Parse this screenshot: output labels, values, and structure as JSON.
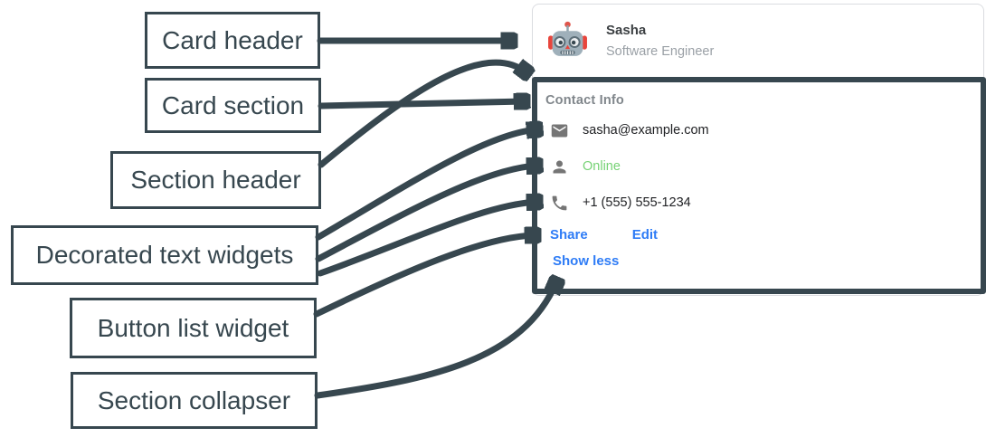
{
  "annotations": {
    "labels": [
      {
        "id": "card-header",
        "text": "Card header"
      },
      {
        "id": "card-section",
        "text": "Card section"
      },
      {
        "id": "section-header",
        "text": "Section header"
      },
      {
        "id": "decorated-text-widgets",
        "text": "Decorated text widgets"
      },
      {
        "id": "button-list-widget",
        "text": "Button list widget"
      },
      {
        "id": "section-collapser",
        "text": "Section collapser"
      }
    ],
    "arrow_color": "#37474F"
  },
  "card": {
    "header": {
      "avatar_icon": "robot-icon",
      "name": "Sasha",
      "role": "Software Engineer"
    },
    "section": {
      "title": "Contact Info",
      "items": [
        {
          "icon": "email-icon",
          "text": "sasha@example.com"
        },
        {
          "icon": "person-icon",
          "text": "Online"
        },
        {
          "icon": "phone-icon",
          "text": "+1 (555) 555-1234"
        }
      ],
      "buttons": [
        {
          "label": "Share"
        },
        {
          "label": "Edit"
        }
      ],
      "collapser_label": "Show less"
    }
  },
  "colors": {
    "annotation_dark": "#37474F",
    "link_blue": "#2E7CF6",
    "online_green": "#76D275",
    "muted_gray": "#80868B",
    "row_text": "#202124",
    "card_border": "#DADCE0",
    "icon_gray": "#757575"
  }
}
